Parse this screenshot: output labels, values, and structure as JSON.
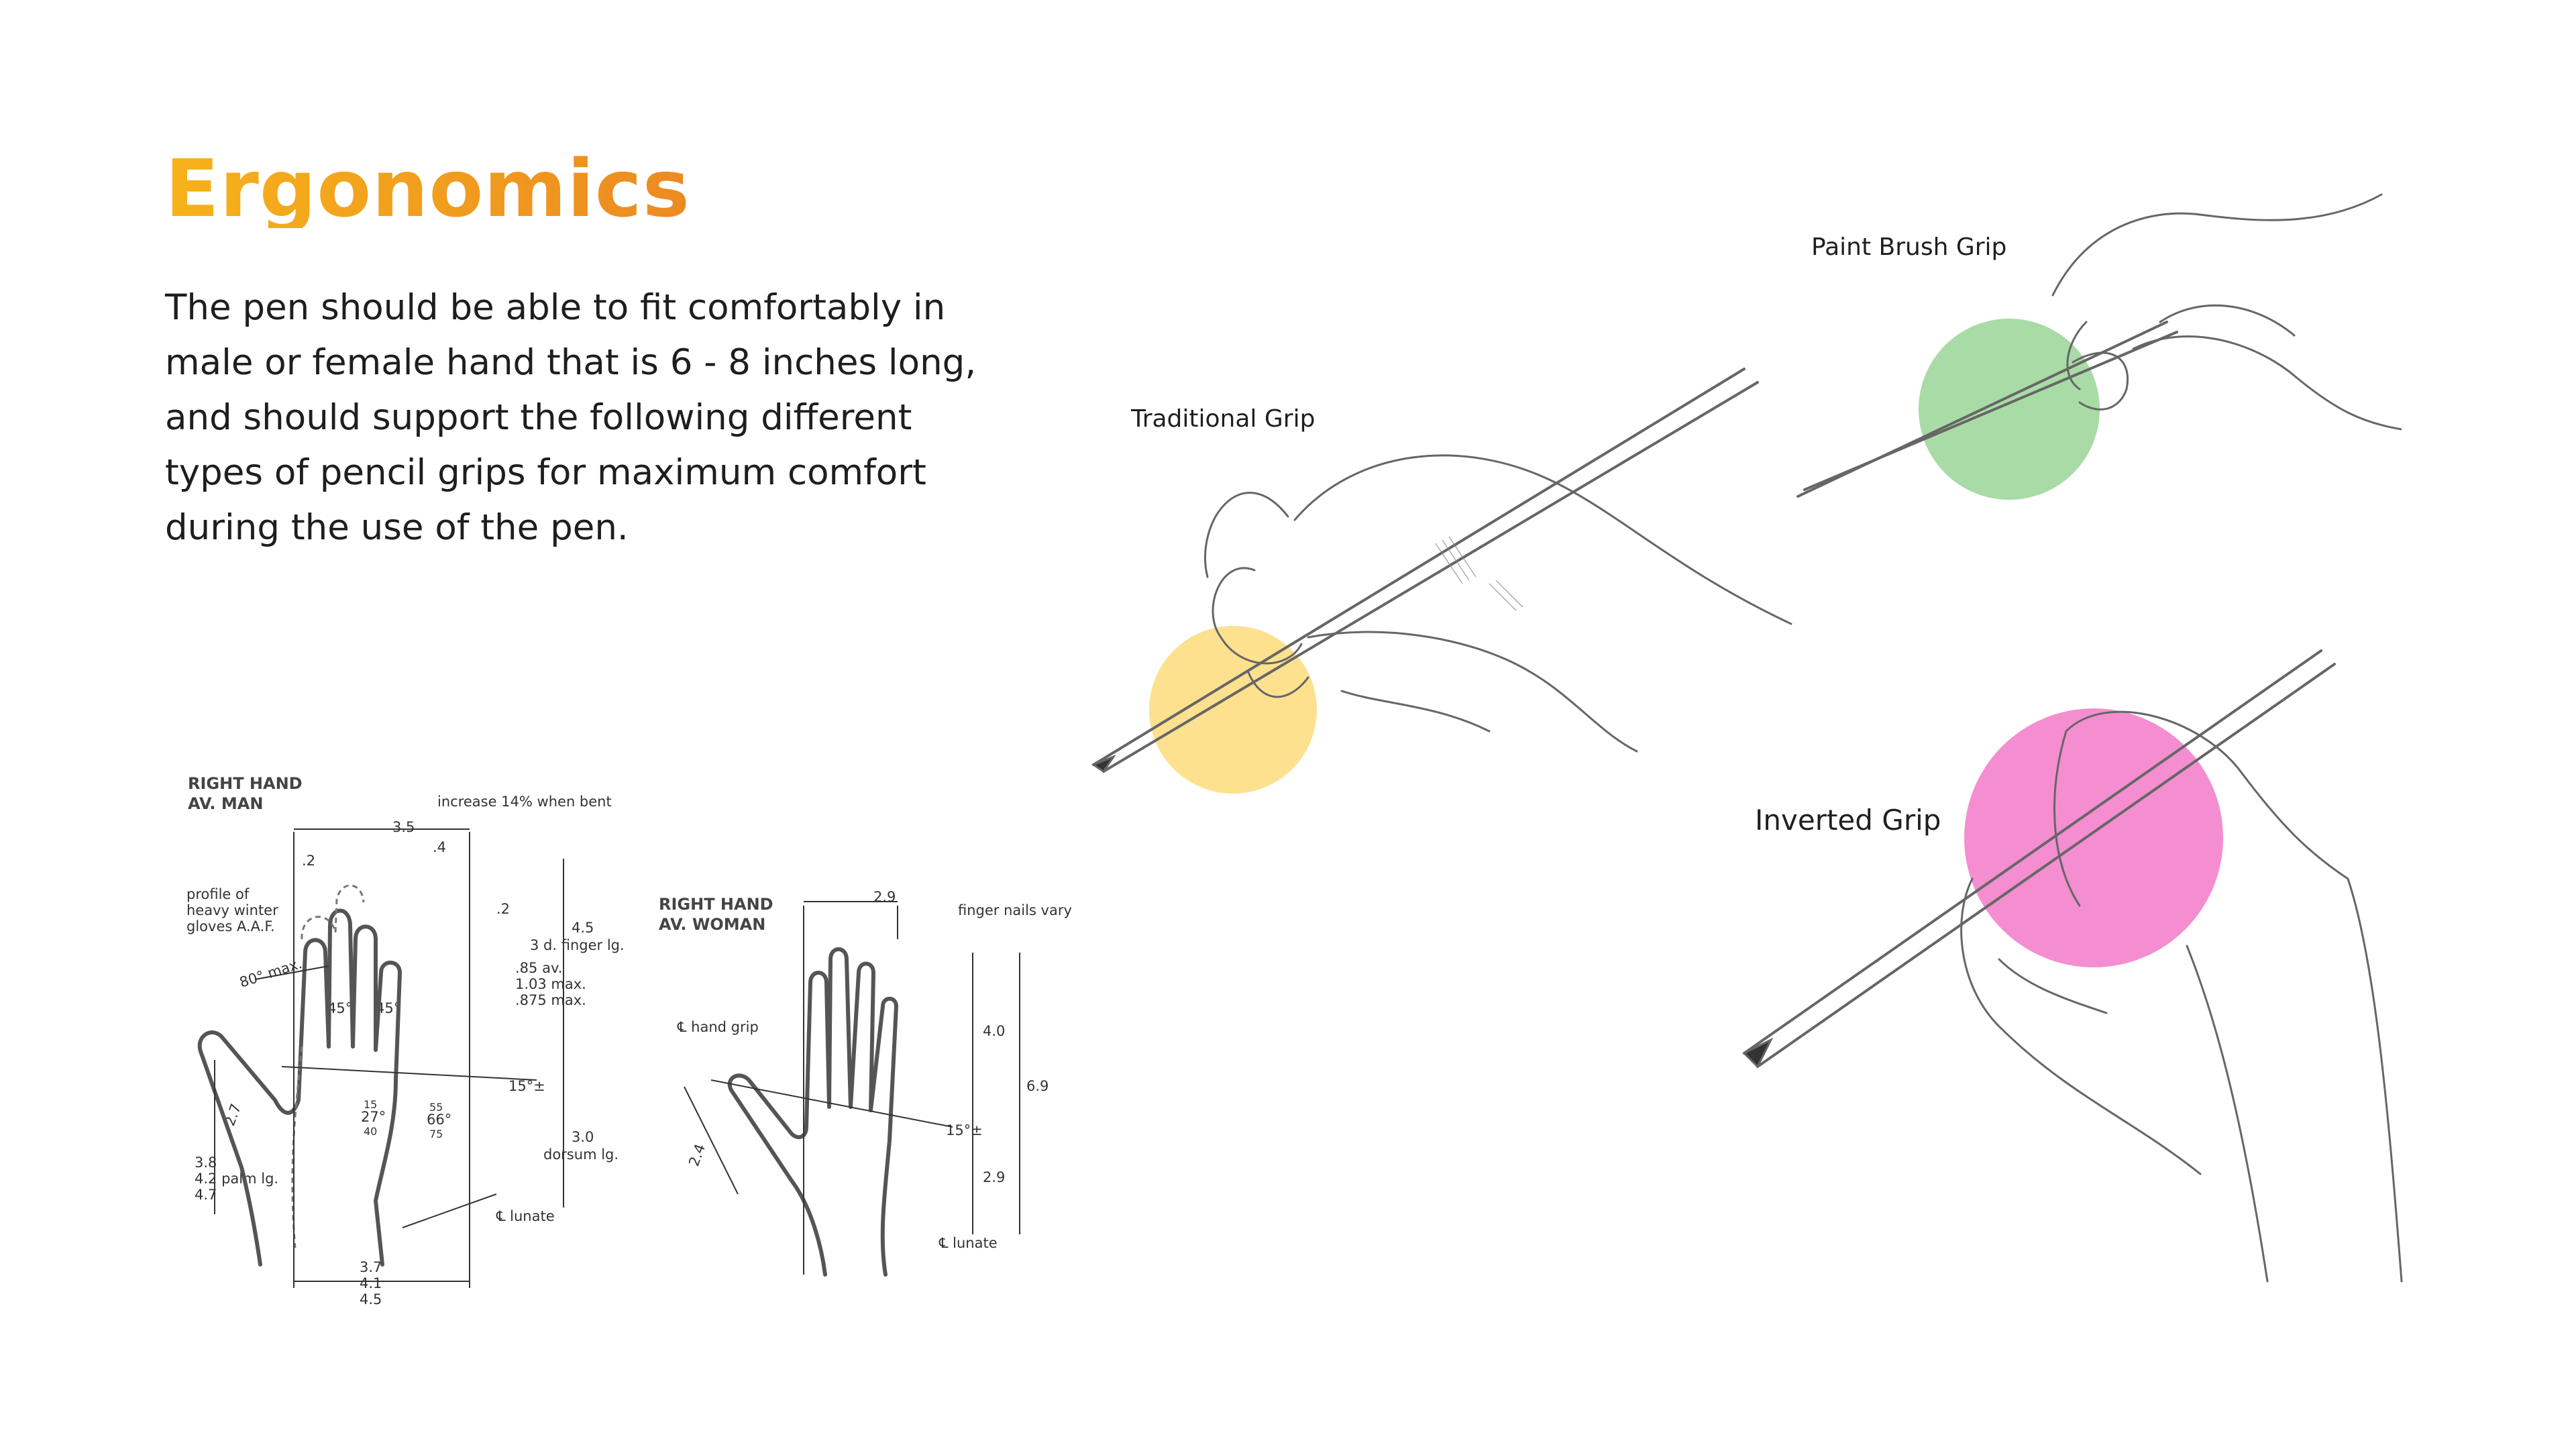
{
  "slide": {
    "title": "Ergonomics",
    "body": "The pen should be able to fit comfortably in male or female hand that is 6 - 8  inches long, and should support the following different types of pencil grips for maximum comfort during the use of the pen."
  },
  "grips": {
    "paint_brush": {
      "label": "Paint Brush Grip",
      "color": "#a9dba6"
    },
    "traditional": {
      "label": "Traditional Grip",
      "color": "#fde18e"
    },
    "inverted": {
      "label": "Inverted Grip",
      "color": "#f48ed0"
    }
  },
  "man_diagram": {
    "heading_1": "RIGHT HAND",
    "heading_2": "AV. MAN",
    "note_increase": "increase 14% when bent",
    "d_3_5": "3.5",
    "d_4": ".4",
    "d_2a": ".2",
    "d_2b": ".2",
    "profile_1": "profile of",
    "profile_2": "heavy winter",
    "profile_3": "gloves  A.A.F.",
    "d_4_5": "4.5",
    "finger_lg": "3 d. finger lg.",
    "d_85": ".85 av.",
    "d_103": "1.03 max.",
    "d_875": ".875 max.",
    "angle_80": "80° max.",
    "angle_45a": "45°",
    "angle_45b": "45°",
    "angle_15": "15°±",
    "angle_27": "27°",
    "angle_66": "66°",
    "n15": "15",
    "n40": "40",
    "n55": "55",
    "n75": "75",
    "d_2_7": "2.7",
    "d_3_0": "3.0",
    "dorsum": "dorsum lg.",
    "d_3_8": "3.8",
    "palm": "4.2 palm lg.",
    "d_4_7": "4.7",
    "lunate": "℄ lunate",
    "w_3_7": "3.7",
    "w_4_1": "4.1",
    "w_4_5": "4.5"
  },
  "woman_diagram": {
    "heading_1": "RIGHT HAND",
    "heading_2": "AV. WOMAN",
    "d_2_9": "2.9",
    "nails": "finger nails vary",
    "hand_grip": "℄ hand grip",
    "d_4_0": "4.0",
    "d_6_9": "6.9",
    "angle_15": "15°±",
    "d_2_4": "2.4",
    "d_2_9b": "2.9",
    "lunate": "℄ lunate"
  }
}
